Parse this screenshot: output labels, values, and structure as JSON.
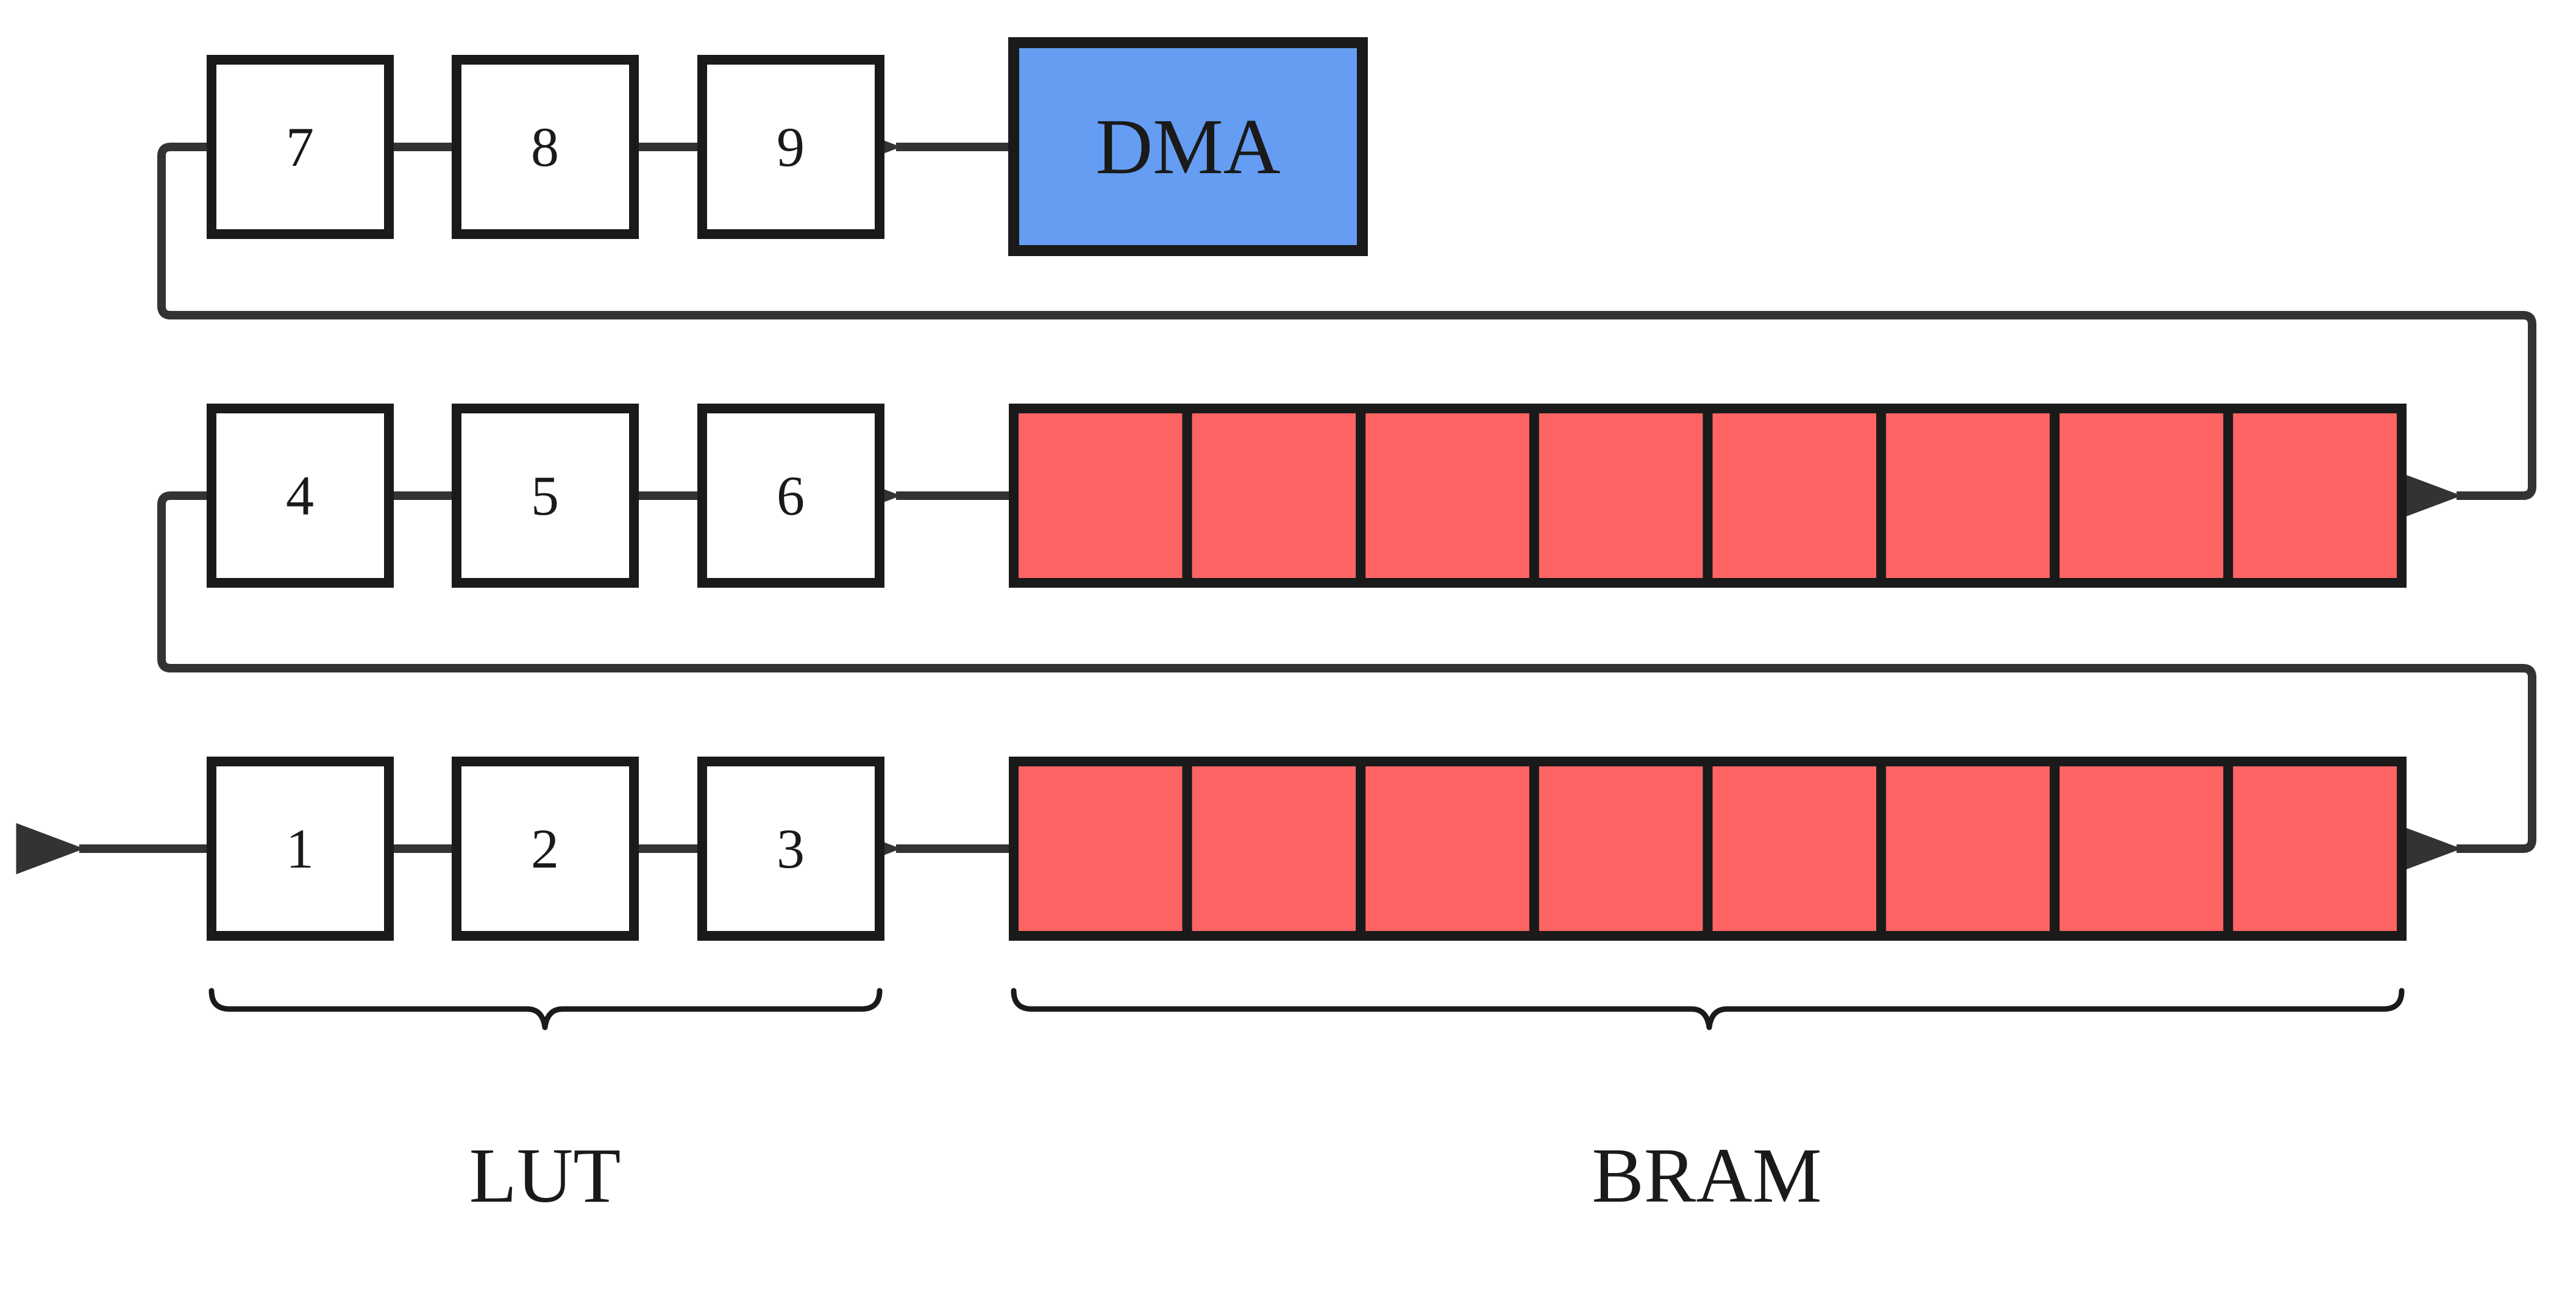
{
  "diagram": {
    "rows": [
      {
        "lut_cells": [
          "7",
          "8",
          "9"
        ],
        "source": "dma",
        "bram_cells": 0
      },
      {
        "lut_cells": [
          "4",
          "5",
          "6"
        ],
        "source": "bram",
        "bram_cells": 8
      },
      {
        "lut_cells": [
          "1",
          "2",
          "3"
        ],
        "source": "bram",
        "bram_cells": 8
      }
    ],
    "dma_label": "DMA",
    "lut_label": "LUT",
    "bram_label": "BRAM",
    "colors": {
      "dma_fill": "#659DF2",
      "bram_fill": "#FF6464",
      "cell_fill": "#FFFFFF",
      "stroke": "#1A1A1A",
      "wire": "#333333"
    }
  }
}
